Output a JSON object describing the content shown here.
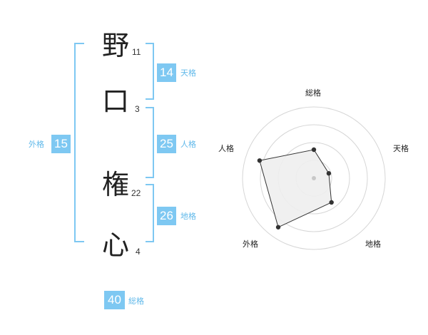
{
  "name_characters": [
    {
      "char": "野",
      "strokes": "11"
    },
    {
      "char": "口",
      "strokes": "3"
    },
    {
      "char": "権",
      "strokes": "22"
    },
    {
      "char": "心",
      "strokes": "4"
    }
  ],
  "fortunes": {
    "tenkaku": {
      "label": "天格",
      "value": "14"
    },
    "jinkaku": {
      "label": "人格",
      "value": "25"
    },
    "chikaku": {
      "label": "地格",
      "value": "26"
    },
    "gaikaku": {
      "label": "外格",
      "value": "15"
    },
    "soukaku": {
      "label": "総格",
      "value": "40"
    }
  },
  "colors": {
    "accent": "#7ec8f2",
    "accent_text": "#61b9ea",
    "radar_fill": "#eeeeee"
  },
  "chart_data": {
    "type": "radar",
    "axes": [
      "総格",
      "天格",
      "地格",
      "外格",
      "人格"
    ],
    "values": [
      0.4,
      0.22,
      0.42,
      0.85,
      0.8
    ],
    "scale": [
      0,
      1
    ],
    "rings": 4,
    "grid": true
  }
}
